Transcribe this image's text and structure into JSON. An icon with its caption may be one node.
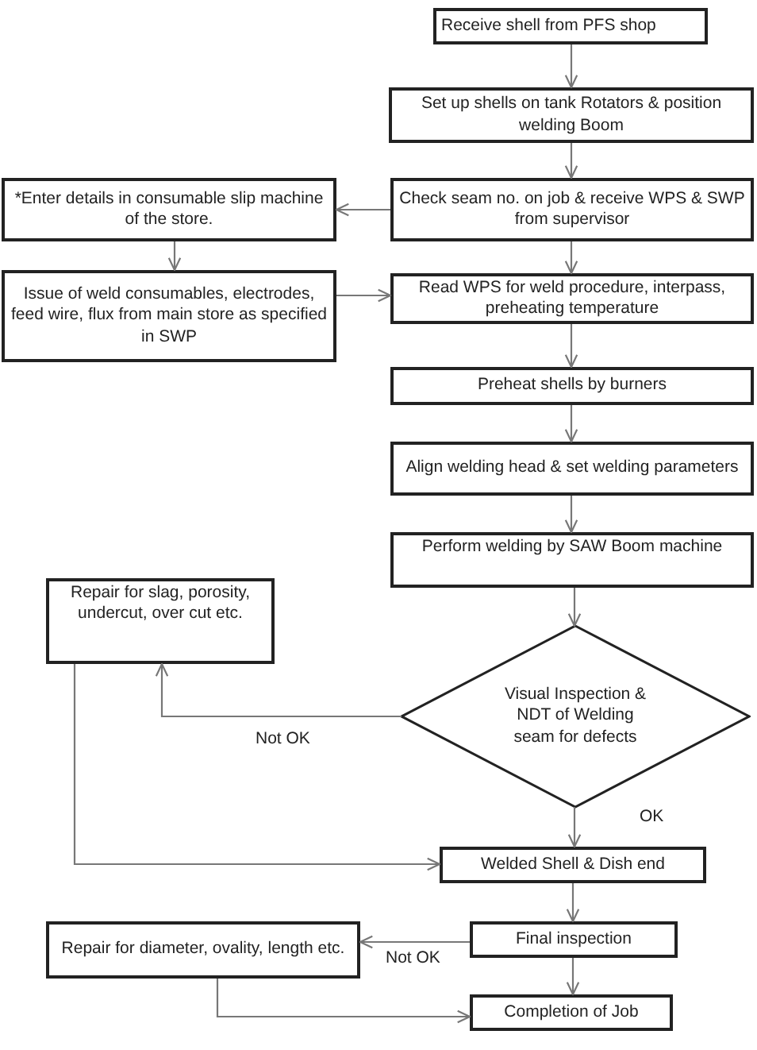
{
  "diagram": {
    "nodes": [
      {
        "text": [
          "Receive shell from PFS shop"
        ]
      },
      {
        "text": [
          "Set up shells on tank Rotators & position welding Boom"
        ]
      },
      {
        "text": [
          "*Enter details in consumable slip machine of the store."
        ]
      },
      {
        "text": [
          "Check seam no. on job & receive WPS & SWP from supervisor"
        ]
      },
      {
        "text": [
          "Issue of weld consumables, electrodes, feed wire, flux from main store as specified in SWP"
        ]
      },
      {
        "text": [
          "Read WPS for weld procedure, interpass, preheating temperature"
        ]
      },
      {
        "text": [
          "Preheat shells by burners"
        ]
      },
      {
        "text": [
          "Align welding head & set welding parameters"
        ]
      },
      {
        "text": [
          "Perform welding by SAW Boom machine"
        ]
      },
      {
        "text": [
          "Repair for slag, porosity, undercut, over cut etc."
        ]
      },
      {
        "text": [
          "Visual Inspection & NDT of Welding seam for defects"
        ]
      },
      {
        "text": [
          "Welded Shell & Dish end"
        ]
      },
      {
        "text": [
          "Final inspection"
        ]
      },
      {
        "text": [
          "Repair for diameter, ovality, length etc."
        ]
      },
      {
        "text": [
          "Completion of Job"
        ]
      }
    ],
    "edges": [
      {
        "from": 0,
        "to": 1,
        "arrow": "to"
      },
      {
        "from": 1,
        "to": 3,
        "arrow": "to"
      },
      {
        "from": 3,
        "to": 2,
        "arrow": "to"
      },
      {
        "from": 2,
        "to": 4,
        "arrow": "to"
      },
      {
        "from": 4,
        "to": 5,
        "arrow": "to"
      },
      {
        "from": 3,
        "to": 5,
        "arrow": "to"
      },
      {
        "from": 5,
        "to": 6,
        "arrow": "to"
      },
      {
        "from": 6,
        "to": 7,
        "arrow": "to"
      },
      {
        "from": 7,
        "to": 8,
        "arrow": "to"
      },
      {
        "from": 8,
        "to": 10,
        "arrow": "to"
      },
      {
        "from": 10,
        "to": 9,
        "arrow": "to",
        "label": "Not OK"
      },
      {
        "from": 10,
        "to": 11,
        "arrow": "to",
        "label": "OK"
      },
      {
        "from": 9,
        "to": 11,
        "arrow": "to"
      },
      {
        "from": 11,
        "to": 12,
        "arrow": "to"
      },
      {
        "from": 12,
        "to": 13,
        "arrow": "to",
        "label": "Not OK"
      },
      {
        "from": 12,
        "to": 14,
        "arrow": "to"
      },
      {
        "from": 13,
        "to": 14,
        "arrow": "to"
      }
    ]
  }
}
